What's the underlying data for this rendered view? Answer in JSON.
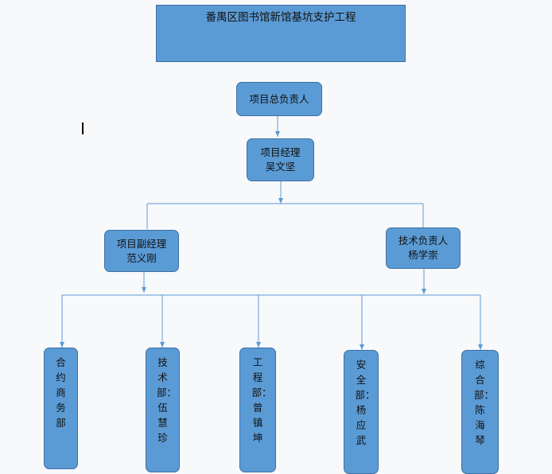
{
  "colors": {
    "box_fill": "#5b9bd5",
    "box_border": "#3e6fa4",
    "line": "#5b9bd5",
    "background": "#f8f9fb"
  },
  "title": "番禺区图书馆新馆基坑支护工程",
  "project_head": "项目总负责人",
  "project_manager": {
    "role": "项目经理",
    "name": "吴文坚"
  },
  "deputy_manager": {
    "role": "项目副经理",
    "name": "范义刚"
  },
  "tech_head": {
    "role": "技术负责人",
    "name": "杨学崇"
  },
  "departments": [
    "合约商务部",
    "技术部：伍慧珍",
    "工程部：曾镇坤",
    "安全部：杨应武",
    "综合部：陈海琴"
  ]
}
